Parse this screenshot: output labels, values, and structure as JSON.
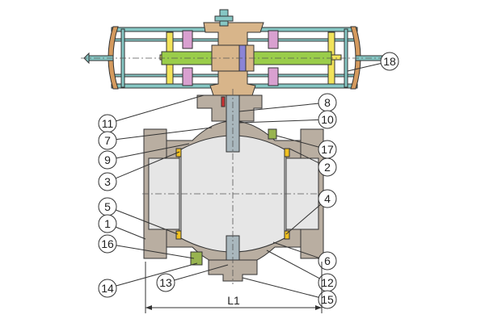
{
  "callouts": [
    {
      "label": "18"
    },
    {
      "label": "8"
    },
    {
      "label": "11"
    },
    {
      "label": "10"
    },
    {
      "label": "7"
    },
    {
      "label": "17"
    },
    {
      "label": "9"
    },
    {
      "label": "2"
    },
    {
      "label": "3"
    },
    {
      "label": "5"
    },
    {
      "label": "4"
    },
    {
      "label": "1"
    },
    {
      "label": "16"
    },
    {
      "label": "6"
    },
    {
      "label": "13"
    },
    {
      "label": "12"
    },
    {
      "label": "14"
    },
    {
      "label": "15"
    }
  ],
  "dimension": {
    "label": "L1"
  },
  "colors": {
    "body": "#b9aea1",
    "actuator_frame": "#86c7c4",
    "yoke": "#d8b58a",
    "shaft": "#9acd4a",
    "piston": "#f1e35a",
    "linkage": "#d9a0d0",
    "end_cap": "#d49a5e",
    "bore": "#e6e6e6",
    "seat": "#f0c020",
    "stem": "#a9b7bd",
    "drain": "#98b450",
    "line": "#333333"
  }
}
